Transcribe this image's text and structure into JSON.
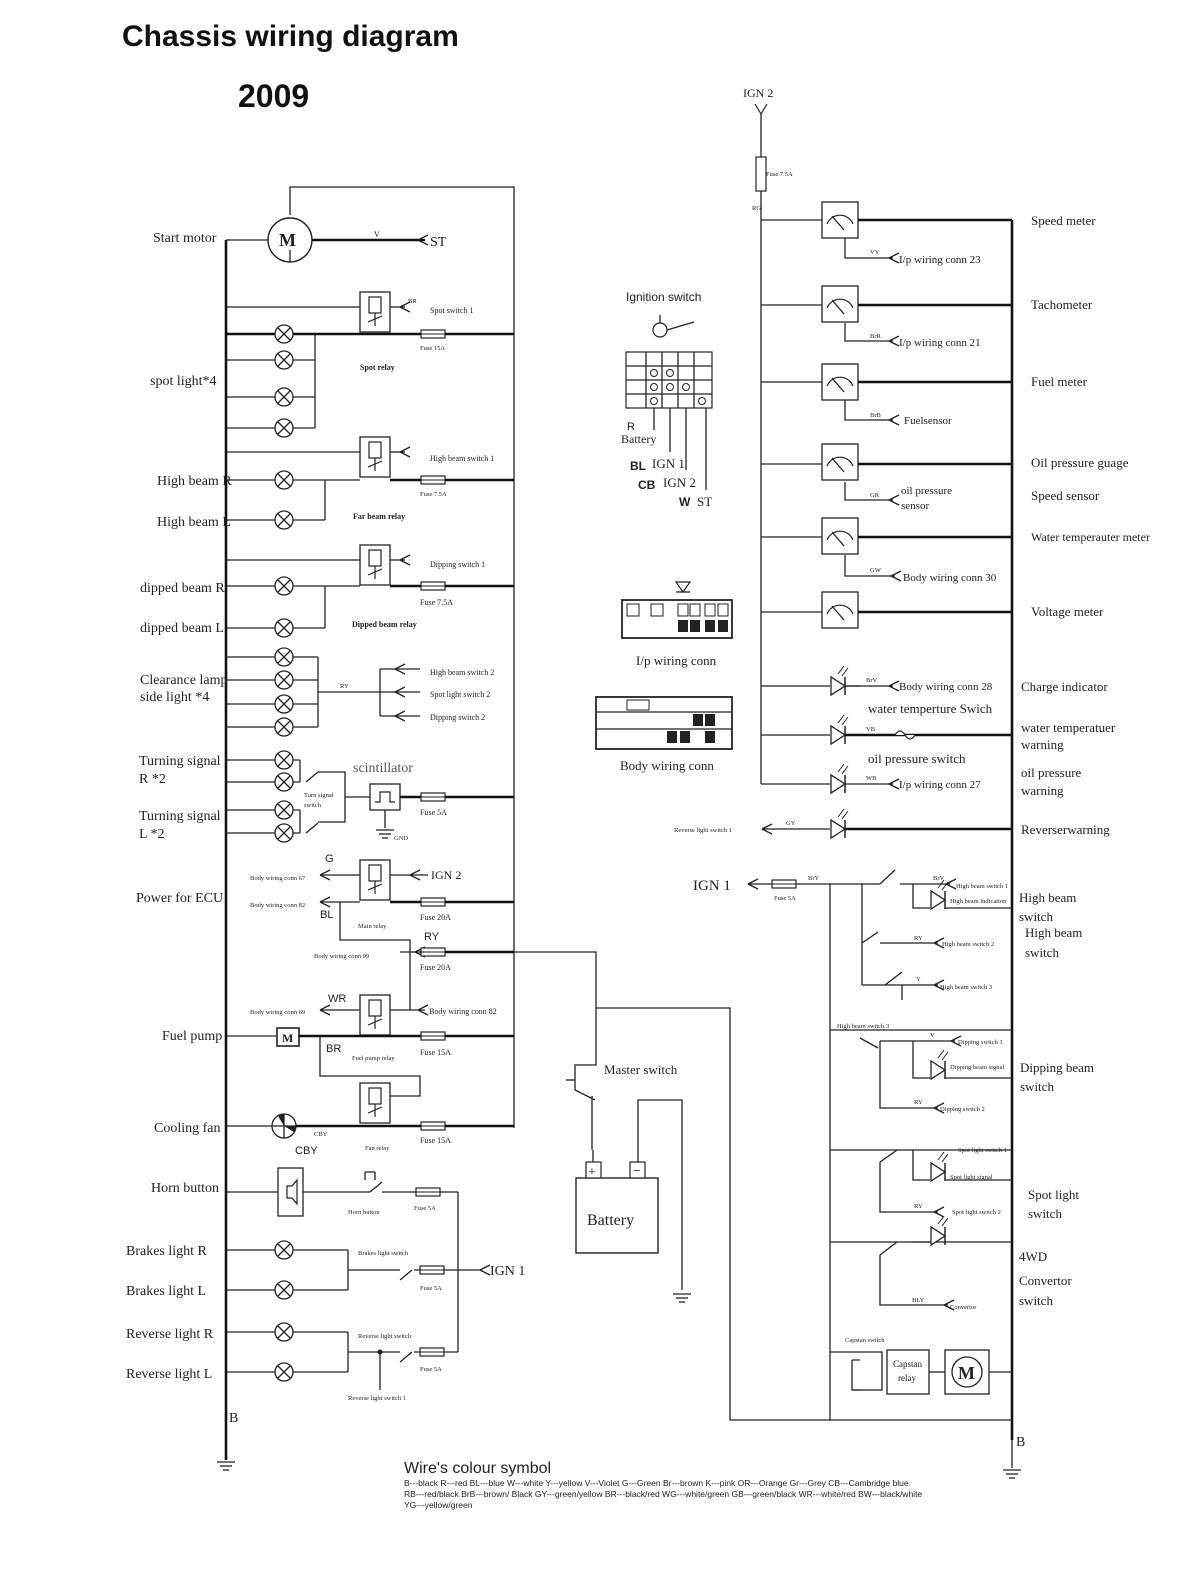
{
  "header": {
    "title": "Chassis wiring diagram",
    "year": "2009"
  },
  "left_labels": {
    "start_motor": "Start motor",
    "spot_light": "spot light*4",
    "high_beam_r": "High beam R",
    "high_beam_l": "High beam L",
    "dipped_beam_r": "dipped beam R",
    "dipped_beam_l": "dipped beam L",
    "clearance_1": "Clearance lamp",
    "clearance_2": "side light *4",
    "turn_r_1": "Turning signal",
    "turn_r_2": "R *2",
    "turn_l_1": "Turning signal",
    "turn_l_2": "L *2",
    "power_ecu": "Power for ECU",
    "fuel_pump": "Fuel pump",
    "cooling_fan": "Cooling fan",
    "horn_button": "Horn button",
    "brakes_r": "Brakes light  R",
    "brakes_l": "Brakes light  L",
    "reverse_r": "Reverse light  R",
    "reverse_l": "Reverse light  L"
  },
  "left_circuit": {
    "st": "ST",
    "v": "V",
    "spot_switch_1": "Spot switch 1",
    "fuse_15a": "Fuse 15A",
    "spot_relay": "Spot relay",
    "high_beam_switch_1": "High beam switch 1",
    "fuse_7_5a_small": "Fuse 7.5A",
    "far_beam_relay": "Far beam relay",
    "dipping_switch_1": "Dipping switch 1",
    "fuse_7_5a": "Fuse 7.5A",
    "dipped_beam_relay": "Dipped beam relay",
    "high_beam_switch_2": "High beam switch 2",
    "spot_light_switch_2": "Spot light switch 2",
    "dipping_switch_2": "Dipping switch 2",
    "scintillator": "scintillator",
    "turn_signal_switch_1": "Turn signal",
    "turn_signal_switch_2": "switch",
    "fuse_5a": "Fuse 5A",
    "gnd": "GND",
    "g": "G",
    "ign_2": "IGN 2",
    "body_conn_67": "Body wiring conn 67",
    "body_conn_82": "Body wiring conn 82",
    "bl": "BL",
    "main_relay": "Main relay",
    "fuse_20a": "Fuse 20A",
    "ry": "RY",
    "body_conn_99": "Body wiring conn 99",
    "fuse_20a_2": "Fuse 20A",
    "wr": "WR",
    "body_conn_69": "Body wiring conn 69",
    "body_conn_82b": "Body wiring conn 82",
    "br": "BR",
    "fuel_pump_relay": "Fuel pump relay",
    "fuse_15a_2": "Fuse 15A",
    "cby": "CBY",
    "fan_relay": "Fan relay",
    "fuse_15a_3": "Fuse 15A",
    "horn_btn": "Horn button",
    "fuse_5a_2": "Fuse 5A",
    "brakes_light_switch": "Brakes light switch",
    "fuse_5a_3": "Fuse 5A",
    "ign_1": "IGN 1",
    "reverse_light_switch": "Reverse light switch",
    "fuse_5a_4": "Fuse 5A",
    "reverse_light_switch_1": "Reverse light switch 1",
    "b": "B"
  },
  "center": {
    "ignition_switch": "Ignition switch",
    "r": "R",
    "battery_lbl": "Battery",
    "bl": "BL",
    "ign1": "IGN 1",
    "cb": "CB",
    "ign2": "IGN 2",
    "w": "W",
    "st": "ST",
    "ip_conn": "I/p wiring conn",
    "body_conn": "Body wiring conn",
    "master_switch": "Master switch",
    "battery": "Battery",
    "reverse_light_switch_1": "Reverse light switch 1"
  },
  "right_gauges": {
    "ign_2": "IGN 2",
    "fuse_7_5a": "Fuse 7.5A",
    "rg": "RG",
    "speed_meter": "Speed meter",
    "ip_conn_23": "I/p wiring conn 23",
    "tachometer": "Tachometer",
    "ip_conn_21": "I/p wiring conn 21",
    "fuel_meter": "Fuel meter",
    "fuelsensor": "Fuelsensor",
    "oil_gauge": "Oil pressure guage",
    "oil_sensor_1": "oil pressure",
    "oil_sensor_2": "sensor",
    "speed_sensor": "Speed sensor",
    "water_meter": "Water temperauter meter",
    "body_conn_30": "Body wiring conn 30",
    "voltage_meter": "Voltage meter",
    "charge_indicator": "Charge indicator",
    "body_conn_28": "Body wiring conn 28",
    "water_switch": "water temperture Swich",
    "water_warning_1": "water temperatuer",
    "water_warning_2": "warning",
    "oil_switch": "oil pressure switch",
    "ip_conn_27": "I/p wiring conn 27",
    "oil_warning_1": "oil pressure",
    "oil_warning_2": "warning",
    "reverse_warning": "Reverserwarning",
    "gy": "GY"
  },
  "right_switches": {
    "ign_1": "IGN 1",
    "fuse_5a": "Fuse 5A",
    "hb_switch_1": "High beam switch 1",
    "hb_indication": "High beam indication",
    "hb_switch_2": "High beam switch 2",
    "hb_switch_3": "High beam switch 3",
    "hb_label_1": "High beam",
    "hb_label_2": "switch",
    "hb_label_3": "High beam",
    "hb_label_4": "switch",
    "hb_switch_3b": "High beam switch 3",
    "dip_switch_1": "Dipping switch 1",
    "dip_signal": "Dipping beam signal",
    "dip_switch_2": "Dipping switch 2",
    "dip_label_1": "Dipping beam",
    "dip_label_2": "switch",
    "spot_switch_1": "Spot light switch 1",
    "spot_signal": "Spot light signal",
    "spot_switch_2": "Spot light switch 2",
    "spot_label_1": "Spot light",
    "spot_label_2": "switch",
    "convertor": "Convertor",
    "wd_label_1": "4WD",
    "wd_label_2": "Convertor",
    "wd_label_3": "switch",
    "capstan_switch": "Capstan switch",
    "capstan_relay_1": "Capstan",
    "capstan_relay_2": "relay",
    "b": "B"
  },
  "legend": {
    "title": "Wire's colour symbol",
    "line1": "B---black   R---red   BL---blue   W---white   Y---yellow   V---Violet   G---Green   Br---brown   K---pink   OR---Orange   Gr---Grey   CB---Cambridge blue",
    "line2": "RB---red/black   BrB---brown/ Black   GY---green/yellow   BR---black/red   WG---white/green   GB---green/black   WR---white/red   BW---black/white",
    "line3": "YG---yellow/green"
  }
}
